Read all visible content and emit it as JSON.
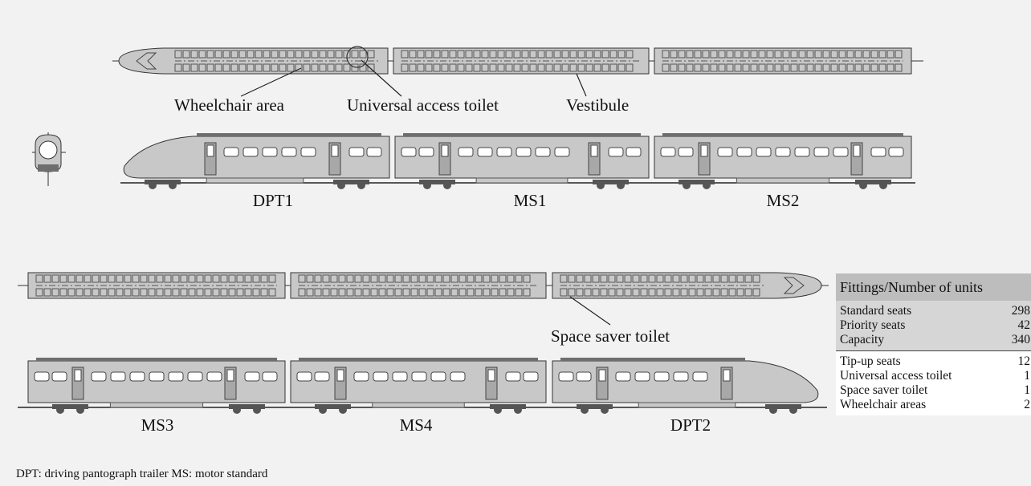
{
  "top_labels": {
    "wheelchair_area": "Wheelchair area",
    "universal_access_toilet": "Universal access toilet",
    "vestibule": "Vestibule",
    "space_saver_toilet": "Space saver toilet"
  },
  "cars": [
    "DPT1",
    "MS1",
    "MS2",
    "MS3",
    "MS4",
    "DPT2"
  ],
  "footnote": "DPT: driving pantograph trailer   MS: motor standard",
  "table": {
    "header": "Fittings/Number of units",
    "group1": [
      {
        "label": "Standard seats",
        "value": "298"
      },
      {
        "label": "Priority seats",
        "value": "42"
      },
      {
        "label": "Capacity",
        "value": "340"
      }
    ],
    "group2": [
      {
        "label": "Tip-up seats",
        "value": "12"
      },
      {
        "label": "Universal access toilet",
        "value": "1"
      },
      {
        "label": "Space saver toilet",
        "value": "1"
      },
      {
        "label": "Wheelchair areas",
        "value": "2"
      }
    ]
  },
  "colors": {
    "body": "#c8c8c8",
    "roof": "#6e6e6e",
    "wheel": "#555555",
    "window": "#ffffff",
    "door": "#a8a8a8"
  }
}
